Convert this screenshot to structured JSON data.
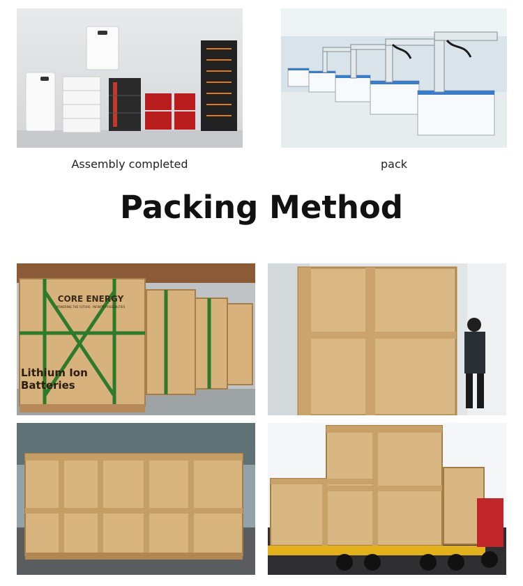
{
  "top_row": {
    "left_caption": "Assembly completed",
    "right_caption": "pack"
  },
  "section_title": "Packing Method",
  "packing_photos": {
    "crate_brand": "CORE ENERGY",
    "crate_tagline": "POWERING THE FUTURE · INFINITE POSSIBILITIES",
    "crate_product_line1": "Lithium Ion",
    "crate_product_line2": "Batteries"
  }
}
